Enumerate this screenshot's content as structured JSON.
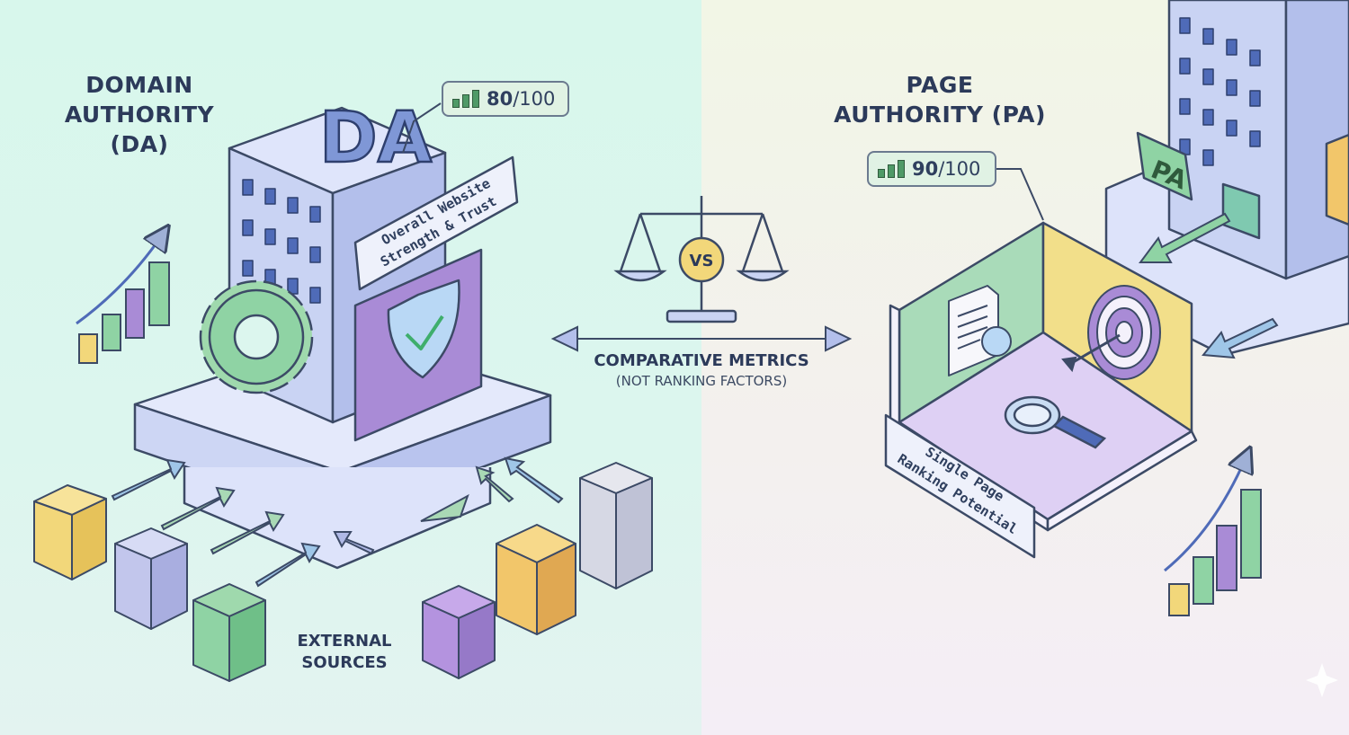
{
  "domain_authority": {
    "heading_line1": "DOMAIN",
    "heading_line2": "AUTHORITY (DA)",
    "building_letters": "DA",
    "score_value": "80",
    "score_total": "/100",
    "sign_line1": "Overall Website",
    "sign_line2": "Strength & Trust",
    "external_line1": "EXTERNAL",
    "external_line2": "SOURCES"
  },
  "page_authority": {
    "heading_line1": "PAGE",
    "heading_line2": "AUTHORITY (PA)",
    "flag_letters": "PA",
    "score_value": "90",
    "score_total": "/100",
    "sign_line1": "Single Page",
    "sign_line2": "Ranking Potential"
  },
  "comparison": {
    "vs_label": "VS",
    "title": "COMPARATIVE METRICS",
    "subtitle": "(NOT RANKING FACTORS)"
  },
  "colors": {
    "left_bg": "#d8f7ec",
    "right_bg": "#f3f0ee",
    "building_blue": "#c9d3f3",
    "green_accent": "#8fd3a4",
    "purple_accent": "#a98bd6",
    "yellow_accent": "#f2d77a",
    "outline": "#3c4a66"
  }
}
